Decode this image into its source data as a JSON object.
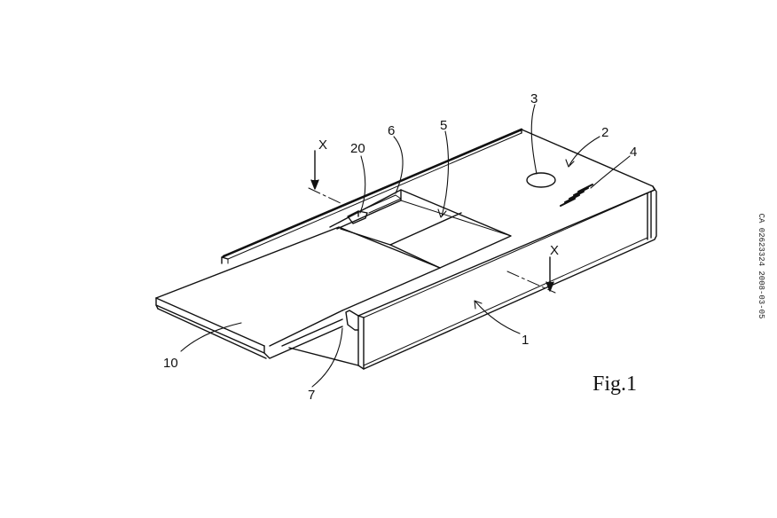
{
  "figure": {
    "label": "Fig.1"
  },
  "side_reference": "CA 02623324 2008-03-05",
  "section_marks": [
    "X",
    "X"
  ],
  "reference_numerals": {
    "n1": "1",
    "n2": "2",
    "n3": "3",
    "n4": "4",
    "n5": "5",
    "n6": "6",
    "n7": "7",
    "n10": "10",
    "n20": "20"
  }
}
